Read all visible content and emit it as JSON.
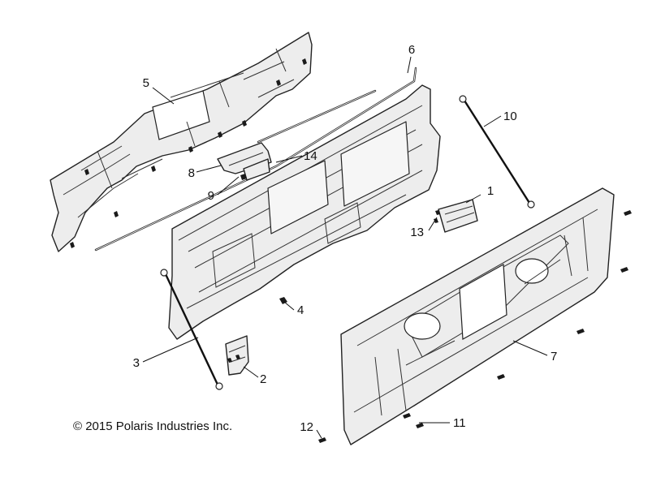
{
  "diagram": {
    "copyright": "© 2015 Polaris Industries Inc.",
    "callouts": {
      "c1": "1",
      "c2": "2",
      "c3": "3",
      "c4": "4",
      "c5": "5",
      "c6": "6",
      "c7": "7",
      "c8": "8",
      "c9": "9",
      "c10": "10",
      "c11": "11",
      "c12": "12",
      "c13": "13",
      "c14": "14"
    }
  }
}
